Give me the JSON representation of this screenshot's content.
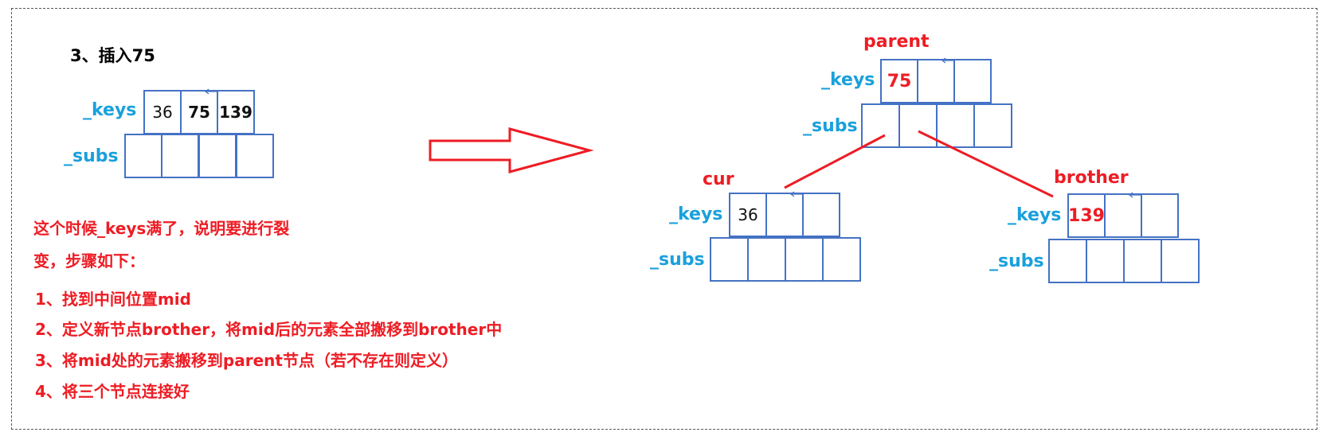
{
  "heading": "3、插入75",
  "labels": {
    "keys": "_keys",
    "subs": "_subs"
  },
  "before": {
    "keys": [
      "36",
      "75",
      "139"
    ]
  },
  "node_names": {
    "parent": "parent",
    "cur": "cur",
    "brother": "brother"
  },
  "after": {
    "parent_keys": [
      "75"
    ],
    "cur_keys": [
      "36"
    ],
    "brother_keys": [
      "139"
    ]
  },
  "note": {
    "line1": "这个时候_keys满了，说明要进行裂",
    "line2": "变，步骤如下："
  },
  "steps": [
    "1、找到中间位置mid",
    "2、定义新节点brother，将mid后的元素全部搬移到brother中",
    "3、将mid处的元素搬移到parent节点（若不存在则定义）",
    "4、将三个节点连接好"
  ],
  "colors": {
    "red": "#ee1c24",
    "blue_label": "#1aa0dc",
    "cell_border": "#4472c4"
  }
}
